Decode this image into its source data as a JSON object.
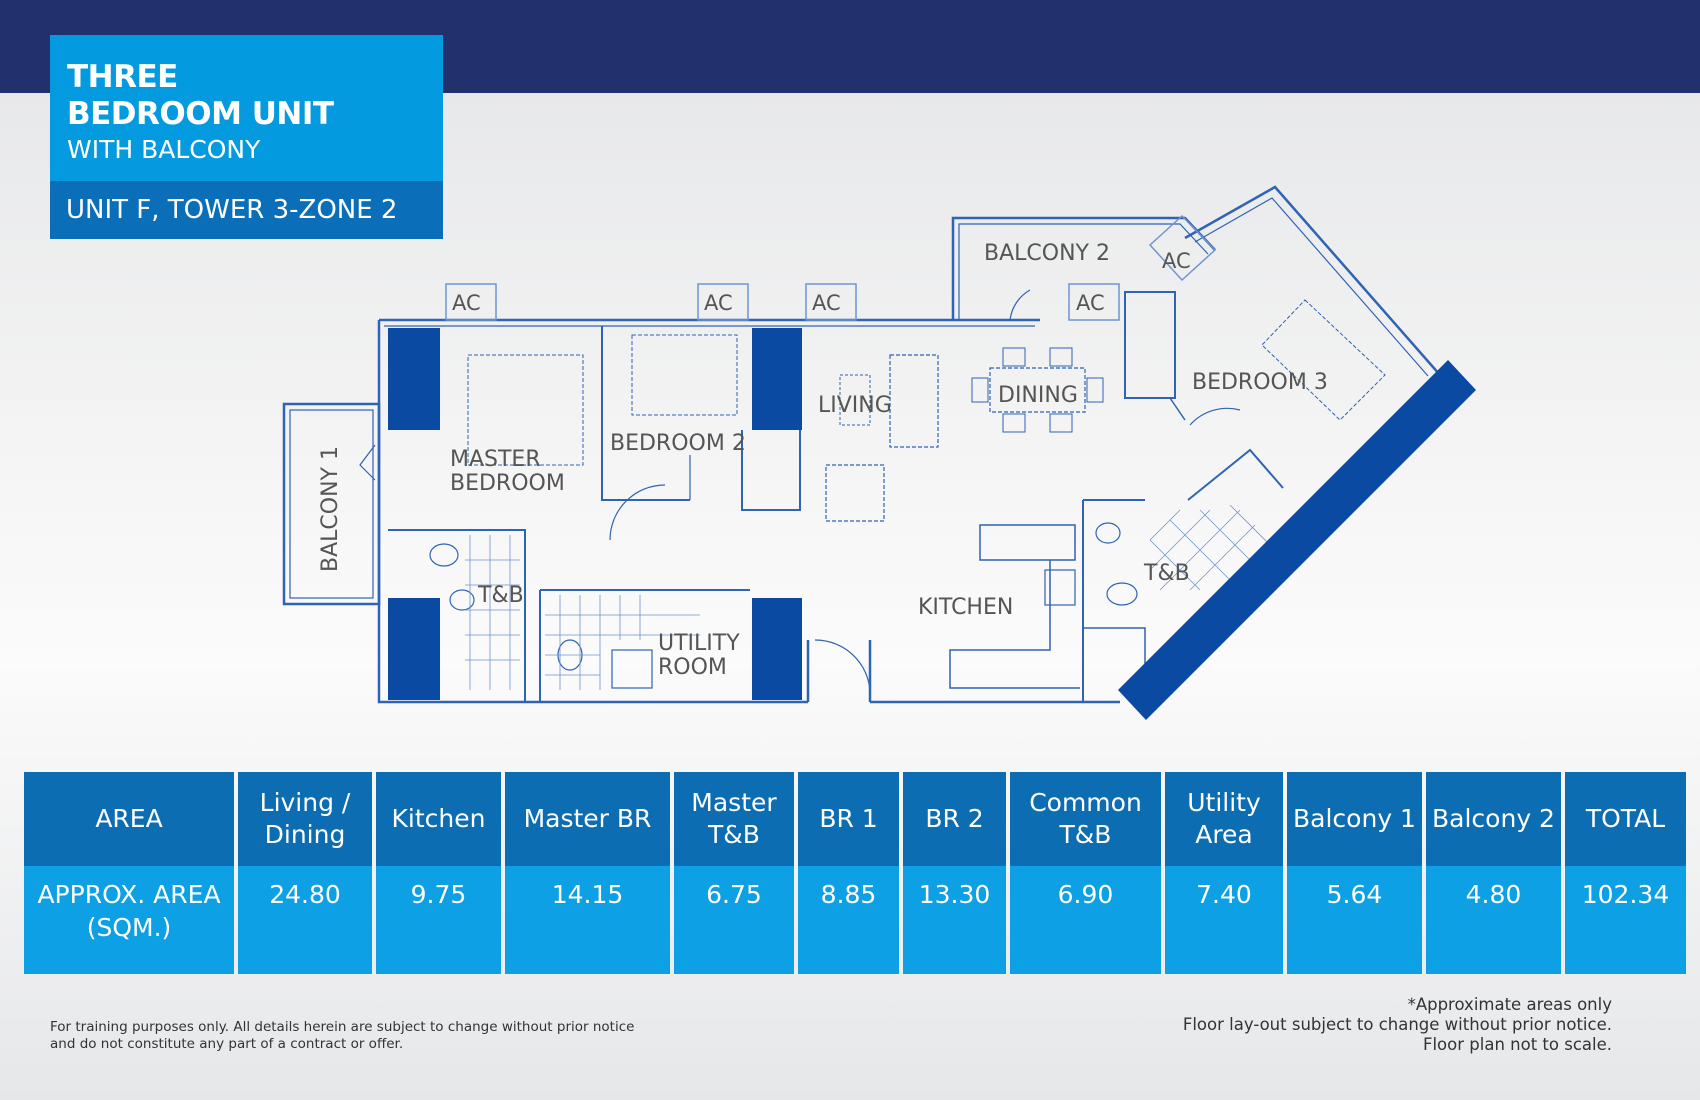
{
  "header": {
    "line1": "THREE",
    "line2": "BEDROOM UNIT",
    "line3": "WITH BALCONY",
    "unit": "UNIT F, TOWER 3-ZONE 2"
  },
  "plan_labels": {
    "balcony1": "BALCONY 1",
    "balcony2": "BALCONY 2",
    "master_bedroom_1": "MASTER",
    "master_bedroom_2": "BEDROOM",
    "bedroom2": "BEDROOM 2",
    "bedroom3": "BEDROOM 3",
    "living": "LIVING",
    "dining": "DINING",
    "kitchen": "KITCHEN",
    "utility_1": "UTILITY",
    "utility_2": "ROOM",
    "tb_master": "T&B",
    "tb_common": "T&B",
    "ac": "AC"
  },
  "table": {
    "headers": [
      "AREA",
      "Living / Dining",
      "Kitchen",
      "Master BR",
      "Master T&B",
      "BR 1",
      "BR 2",
      "Common T&B",
      "Utility Area",
      "Balcony 1",
      "Balcony 2",
      "TOTAL"
    ],
    "row_label": "APPROX. AREA (SQM.)",
    "values": [
      "24.80",
      "9.75",
      "14.15",
      "6.75",
      "8.85",
      "13.30",
      "6.90",
      "7.40",
      "5.64",
      "4.80",
      "102.34"
    ]
  },
  "notes": {
    "left_1": "For training purposes only. All details herein are subject to change without prior notice",
    "left_2": "and do not constitute any part of a contract or offer.",
    "right_1": "*Approximate areas only",
    "right_2": "Floor lay-out subject to change without prior notice.",
    "right_3": "Floor plan not to scale."
  },
  "colors": {
    "header_bar": "#22306e",
    "title_box": "#049ae0",
    "unit_bar": "#0a6fb8",
    "plan_line": "#2f63b3",
    "column": "#0a4aa3",
    "table_header": "#0c6db3",
    "table_values": "#0da0e4"
  }
}
